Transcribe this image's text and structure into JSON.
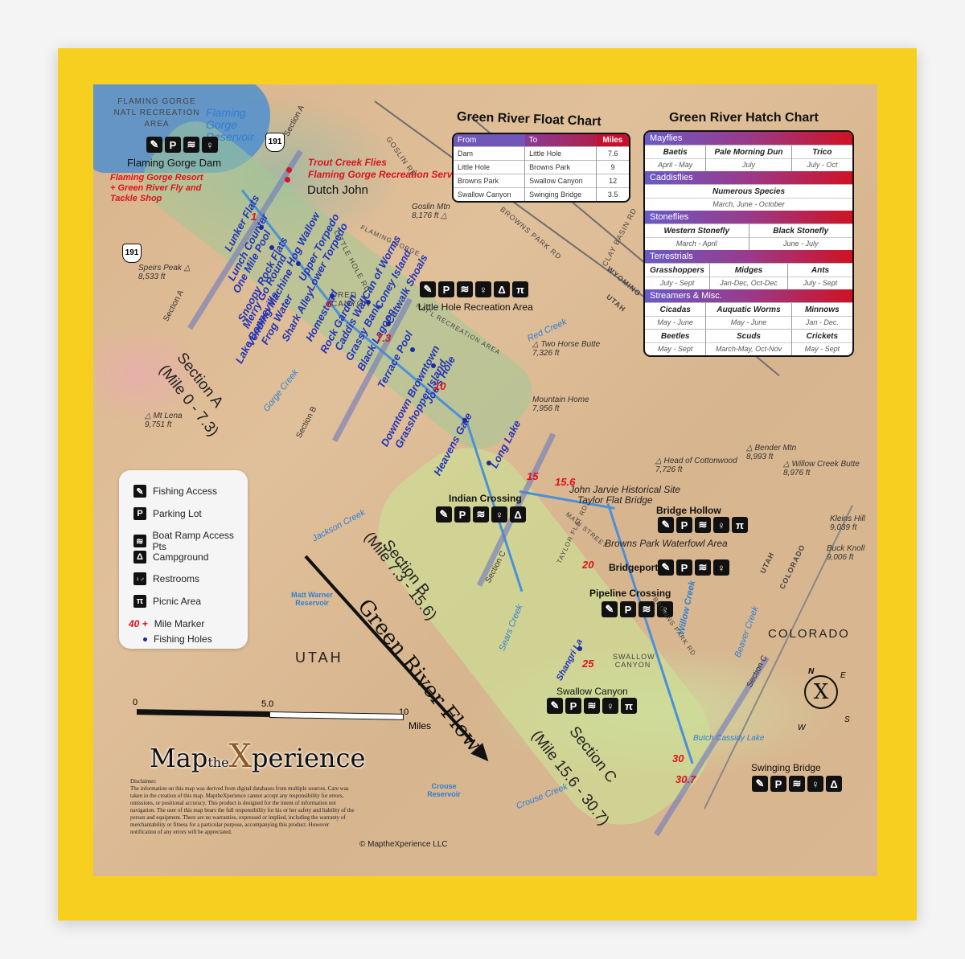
{
  "float_chart": {
    "title": "Green River Float Chart",
    "headers": [
      "From",
      "To",
      "Miles"
    ],
    "rows": [
      [
        "Dam",
        "Little Hole",
        "7.6"
      ],
      [
        "Little Hole",
        "Browns Park",
        "9"
      ],
      [
        "Browns Park",
        "Swallow Canyon",
        "12"
      ],
      [
        "Swallow Canyon",
        "Swinging Bridge",
        "3.5"
      ]
    ]
  },
  "hatch_chart": {
    "title": "Green River Hatch Chart",
    "categories": [
      {
        "name": "Mayflies",
        "rows": [
          [
            {
              "name": "Baetis",
              "dates": "April - May"
            },
            {
              "name": "Pale Morning Dun",
              "dates": "July"
            },
            {
              "name": "Trico",
              "dates": "July - Oct"
            }
          ]
        ]
      },
      {
        "name": "Caddisflies",
        "rows": [
          [
            {
              "name": "Numerous Species",
              "dates": "March,  June - October"
            }
          ]
        ]
      },
      {
        "name": "Stoneflies",
        "rows": [
          [
            {
              "name": "Western Stonefly",
              "dates": "March - April"
            },
            {
              "name": "Black Stonefly",
              "dates": "June - July"
            }
          ]
        ]
      },
      {
        "name": "Terrestrials",
        "rows": [
          [
            {
              "name": "Grasshoppers",
              "dates": "July - Sept"
            },
            {
              "name": "Midges",
              "dates": "Jan-Dec, Oct-Dec"
            },
            {
              "name": "Ants",
              "dates": "July - Sept"
            }
          ]
        ]
      },
      {
        "name": "Streamers & Misc.",
        "rows": [
          [
            {
              "name": "Cicadas",
              "dates": "May - June"
            },
            {
              "name": "Auquatic Worms",
              "dates": "May - June"
            },
            {
              "name": "Minnows",
              "dates": "Jan - Dec."
            }
          ],
          [
            {
              "name": "Beetles",
              "dates": "May - Sept"
            },
            {
              "name": "Scuds",
              "dates": "March-May, Oct-Nov"
            },
            {
              "name": "Crickets",
              "dates": "May - Sept"
            }
          ]
        ]
      }
    ]
  },
  "legend": {
    "items": [
      {
        "icon": "fishing-access-icon",
        "glyph": "✎",
        "label": "Fishing Access"
      },
      {
        "icon": "parking-icon",
        "glyph": "P",
        "label": "Parking Lot"
      },
      {
        "icon": "boat-ramp-icon",
        "glyph": "≋",
        "label": "Boat Ramp Access Pts"
      },
      {
        "icon": "campground-icon",
        "glyph": "Δ",
        "label": "Campground"
      },
      {
        "icon": "restrooms-icon",
        "glyph": "♀♂",
        "label": "Restrooms"
      },
      {
        "icon": "picnic-area-icon",
        "glyph": "π",
        "label": "Picnic Area"
      }
    ],
    "mile_marker_sample": "40 +",
    "mile_marker_label": "Mile Marker",
    "fishing_holes_label": "Fishing Holes"
  },
  "regions": {
    "nra": "FLAMING GORGE NATL RECREATION AREA",
    "reservoir": "Flaming Gorge Reservoir",
    "utah": "UTAH",
    "colorado": "COLORADO",
    "wyoming": "WYOMING",
    "utah_small": "UTAH",
    "utah_border": "UTAH",
    "colorado_border": "COLORADO",
    "red_canyon": "RED CANYON",
    "swallow_canyon": "SWALLOW CANYON",
    "natl_rec_area": "NAT'L RECREATION AREA"
  },
  "highway": "191",
  "places": {
    "dam": "Flaming Gorge Dam",
    "resort": "Flaming Gorge Resort + Green River Fly and Tackle Shop",
    "trout_creek": "Trout Creek Flies",
    "fg_services": "Flaming Gorge Recreation Services",
    "dutch_john": "Dutch John",
    "little_hole": "Little Hole Recreation Area",
    "indian_crossing": "Indian Crossing",
    "john_jarvie": "John Jarvie Historical Site",
    "taylor_flat_bridge": "Taylor Flat Bridge",
    "bridge_hollow": "Bridge Hollow",
    "browns_park_waterfowl": "Browns Park Waterfowl Area",
    "bridgeport": "Bridgeport",
    "pipeline_crossing": "Pipeline Crossing",
    "swallow_canyon": "Swallow Canyon",
    "swinging_bridge": "Swinging Bridge"
  },
  "roads": {
    "goslin": "GOSLIN RD",
    "little_hole": "LITTLE HOLE RD",
    "flaming_gorge": "FLAMING GORGE",
    "browns_park": "BROWNS PARK RD",
    "clay_basin": "CLAY BASIN RD",
    "taylor_flat": "TAYLOR FLAT RD",
    "main_street": "MAIN STREET",
    "browns_park_lower": "BROWNS PARK RD"
  },
  "fishing_holes": [
    "Lunker Flats",
    "Lunch Counter",
    "One Mile Pool",
    "Snoopy Rock Flats",
    "Merry Go Round",
    "Vending Machine",
    "Hog Wallow",
    "Upper Torpedo",
    "Lower Torpedo",
    "Lake Bonneville",
    "Frog Water",
    "Shark Alley",
    "Homestead",
    "Rock Garden",
    "Caddis Wall",
    "Grassy Bank",
    "Black Lagoon",
    "Can of Worms",
    "Coney Island",
    "Catwalk Shoals",
    "Terrace Pool",
    "Downtown Browntown",
    "Grasshopper Island",
    "Joe's Hole",
    "Heavens Gate",
    "Long Lake",
    "Shangri La"
  ],
  "waters": {
    "gorge_creek": "Gorge Creek",
    "red_creek": "Red Creek",
    "jackson_creek": "Jackson Creek",
    "matt_warner": "Matt Warner Reservoir",
    "sears_creek": "Sears Creek",
    "willow_creek": "Willow Creek",
    "beaver_creek": "Beaver Creek",
    "butch_cassidy": "Butch Cassidy Lake",
    "crouse_creek": "Crouse Creek",
    "crouse_reservoir": "Crouse Reservoir"
  },
  "peaks": [
    {
      "name": "Speirs Peak",
      "elev": "8,533 ft"
    },
    {
      "name": "Mt Lena",
      "elev": "9,751 ft"
    },
    {
      "name": "Goslin Mtn",
      "elev": "8,176 ft"
    },
    {
      "name": "Two Horse Butte",
      "elev": "7,326 ft"
    },
    {
      "name": "Mountain Home",
      "elev": "7,956 ft"
    },
    {
      "name": "Head of Cottonwood",
      "elev": "7,726 ft"
    },
    {
      "name": "Bender Mtn",
      "elev": "8,993 ft"
    },
    {
      "name": "Willow Creek Butte",
      "elev": "8,976 ft"
    },
    {
      "name": "Kleins Hill",
      "elev": "9,039 ft"
    },
    {
      "name": "Buck Knoll",
      "elev": "9,006 ft"
    }
  ],
  "mile_markers": [
    "1",
    "5",
    "7.3",
    "10",
    "15",
    "15.6",
    "20",
    "25",
    "30",
    "30.7"
  ],
  "sections": {
    "a_title": "Section A",
    "a_range": "(Mile 0 - 7.3)",
    "b_title": "Section B",
    "b_range": "(Mile 7.3 - 15.6)",
    "c_title": "Section C",
    "c_range": "(Mile 15.6 - 30.7)",
    "line_a": "Section A",
    "line_b": "Section B",
    "line_c": "Section C"
  },
  "flow_label": "Green River Flow",
  "scale": {
    "ticks": [
      "0",
      "5.0",
      "10"
    ],
    "unit": "Miles"
  },
  "compass": {
    "center": "X",
    "n": "N",
    "e": "E",
    "s": "S",
    "w": "W"
  },
  "logo": {
    "part1": "Map",
    "part2": "the",
    "part3": "X",
    "part4": "perience"
  },
  "disclaimer": {
    "title": "Disclaimer:",
    "body": "The information on this map was derived from digital databases from multiple sources. Care was taken in the creation of this map. MaptheXperience cannot accept any responsibility for errors, omissions, or positional accuracy. This product is designed for the intent of information not navigation. The user of this map bears the full responsibility for his or her safety and liability of the person and equipment. There are no warranties, expressed or implied, including the warranty of merchantability or fitness for a particular purpose, accompanying this product. However notification of any errors will be appreciated."
  },
  "copyright": "© MaptheXperience LLC",
  "colors": {
    "border_yellow": "#f7cf1e",
    "hole_blue": "#2233b8",
    "mile_red": "#e0101a",
    "chart_purple": "#6a5ac6",
    "chart_red": "#cf1224"
  }
}
